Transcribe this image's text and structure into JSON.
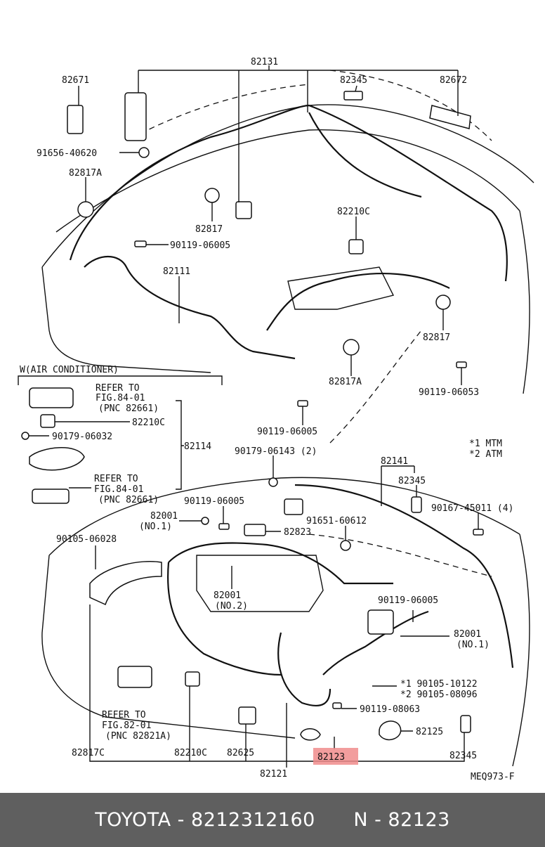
{
  "labels": {
    "l82131": "82131",
    "l82671": "82671",
    "l82345a": "82345",
    "l82672": "82672",
    "l91656": "91656-40620",
    "l82817A1": "82817A",
    "l82817a": "82817",
    "l90119a": "90119-06005",
    "l82210Ca": "82210C",
    "l82111": "82111",
    "l82817b": "82817",
    "l82817A2": "82817A",
    "l90119b": "90119-06053",
    "lWair": "W(AIR CONDITIONER)",
    "lRef1a": "REFER TO",
    "lRef1b": "FIG.84-01",
    "lRef1c": "(PNC 82661)",
    "l82210Cb": "82210C",
    "l90179a": "90179-06032",
    "l82114": "82114",
    "lRef2a": "REFER TO",
    "lRef2b": "FIG.84-01",
    "lRef2c": "(PNC 82661)",
    "l90119c": "90119-06005",
    "l90179b": "90179-06143 (2)",
    "l82141": "82141",
    "l82345b": "82345",
    "lMtm": "*1 MTM",
    "lAtm": "*2 ATM",
    "l90119d": "90119-06005",
    "l82001a": "82001",
    "l82001a2": "(NO.1)",
    "l91651": "91651-60612",
    "l90167": "90167-45011 (4)",
    "l90105a": "90105-06028",
    "l82823": "82823",
    "l82001b": "82001",
    "l82001b2": "(NO.2)",
    "l90119e": "90119-06005",
    "l82001c": "82001",
    "l82001c2": "(NO.1)",
    "l90105b": "*1 90105-10122",
    "l90105c": "*2 90105-08096",
    "lRef3a": "REFER TO",
    "lRef3b": "FIG.82-01",
    "lRef3c": "(PNC 82821A)",
    "l90119f": "90119-08063",
    "l82125": "82125",
    "l82817C": "82817C",
    "l82210Cc": "82210C",
    "l82625": "82625",
    "l82123": "82123",
    "l82345c": "82345",
    "l82121": "82121",
    "lMeq": "MEQ973-F"
  },
  "footer": {
    "brand": "TOYOTA",
    "part_number": "8212312160",
    "pnc": "N - 82123"
  },
  "highlight_color": "#f08c8c"
}
